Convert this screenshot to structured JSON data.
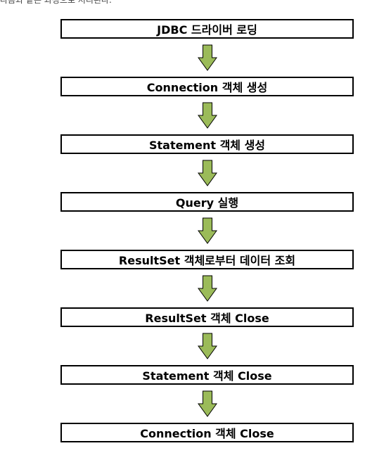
{
  "header_text": "다음과 같은 과정으로 처리된다.",
  "flow": {
    "arrow_fill": "#9BBB59",
    "arrow_stroke": "#000000",
    "steps": [
      "JDBC 드라이버 로딩",
      "Connection 객체 생성",
      "Statement 객체 생성",
      "Query 실행",
      "ResultSet 객체로부터 데이터 조회",
      "ResultSet 객체 Close",
      "Statement 객체 Close",
      "Connection 객체 Close"
    ]
  }
}
